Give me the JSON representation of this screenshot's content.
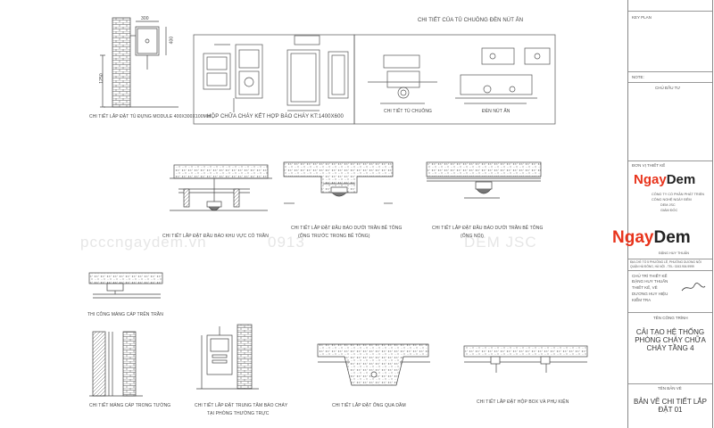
{
  "watermarks": [
    "pcccngaydem.vn",
    "0913",
    "DEM JSC"
  ],
  "drawing": {
    "section_title_cabinet": "CHI TIẾT CỦA TỦ CHUÔNG ĐÈN NÚT ẤN",
    "label_module": "CHI TIẾT LẮP ĐẶT TỦ ĐỰNG MODULE 400X300X100mm",
    "dim_1250": "1250",
    "dim_300": "300",
    "dim_400": "400",
    "label_combo_cabinet": "HỘP CHỮA CHÁY KẾT HỢP BÁO CHÁY KT:1400X600",
    "label_ceiling_detector": "CHI TIẾT LẮP ĐẶT ĐẦU BÁO KHU VỰC CÓ TRẦN",
    "label_under_beam": "CHI TIẾT LẮP ĐẶT ĐẦU BÁO DƯỚI TRẦN BÊ TÔNG",
    "label_under_beam_sub": "(ỐNG TRƯỚC TRONG BÊ TÔNG)",
    "label_under_concrete": "CHI TIẾT LẮP ĐẶT ĐẦU BÁO DƯỚI TRẦN BÊ TÔNG",
    "label_under_concrete_sub": "(ỐNG NỔI)",
    "label_tray_ceiling": "THI CÔNG MÁNG CÁP TRÊN TRẦN",
    "label_tray_wall": "CHI TIẾT MÁNG CÁP TRONG TƯỜNG",
    "label_panel": "CHI TIẾT LẮP ĐẶT TRUNG TÂM BÁO CHÁY",
    "label_panel_sub": "TẠI PHÒNG THƯỜNG TRỰC",
    "label_pipe_beam": "CHI TIẾT LẮP ĐẶT ỐNG QUA DẦM",
    "label_box": "CHI TIẾT LẮP ĐẶT HỘP BOX VÀ PHỤ KIỆN",
    "label_fire_bell": "CHI TIẾT TỦ CHUÔNG",
    "label_button": "ĐÈN NÚT ẤN"
  },
  "title_block": {
    "key_plan": "KEY PLAN",
    "note_label": "NOTE:",
    "owner_label": "CHỦ ĐẦU TƯ",
    "design_unit_label": "ĐƠN VỊ THIẾT KẾ",
    "logo_text_1": "Ngay",
    "logo_text_2": "Dem",
    "company_line_1": "CÔNG TY CỔ PHẦN PHÁT TRIỂN",
    "company_line_2": "CÔNG NGHỆ NGÀY ĐÊM",
    "company_line_3": "DEM JSC",
    "director_label": "GIÁM ĐỐC",
    "signer_name": "ĐẶNG HUY THUẤN",
    "address": "ĐỊA CHỈ: TỔ 5 PHƯỜNG LÊ, PHƯỜNG DƯƠNG NỘI",
    "address_2": "QUẬN HÀ ĐÔNG, HÀ NỘI - TEL: 0243.904.9999",
    "role_1": "CHỦ TRÌ THIẾT KẾ",
    "role_1_name": "ĐẶNG HUY THUẤN",
    "role_2": "THIẾT KẾ, VẼ",
    "role_3": "DƯƠNG HUY HIỆU",
    "role_4": "KIỂM TRA",
    "project_label": "TÊN CÔNG TRÌNH",
    "project_name": "CẢI TẠO HỆ THỐNG PHÒNG CHÁY CHỮA CHÁY TẦNG 4",
    "drawing_label": "TÊN BẢN VẼ",
    "drawing_name": "BẢN VẼ CHI TIẾT LẮP ĐẶT 01"
  }
}
